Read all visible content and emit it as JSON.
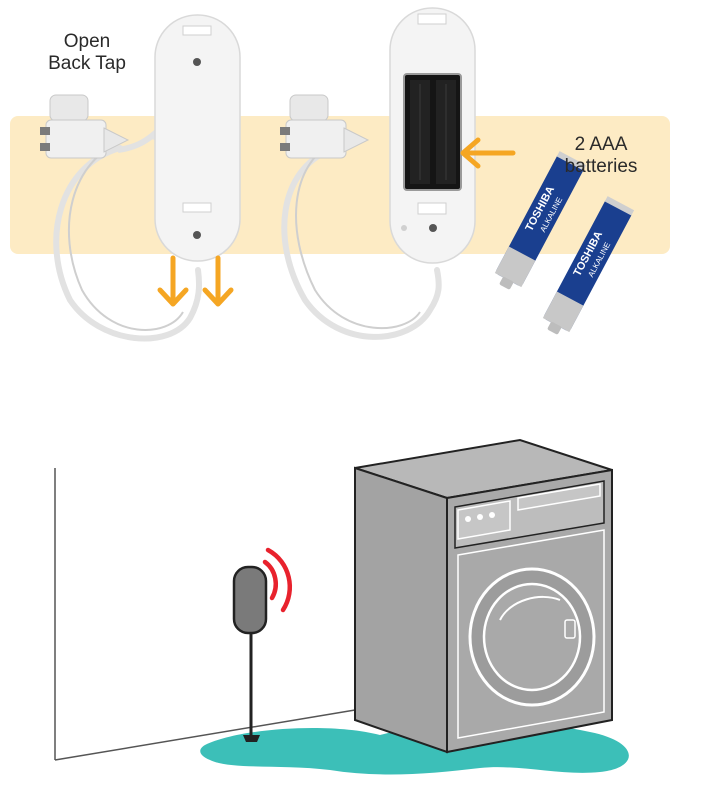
{
  "labels": {
    "open_line1": "Open",
    "open_line2": "Back Tap",
    "batteries_line1": "2 AAA",
    "batteries_line2": "batteries"
  },
  "battery_text": {
    "brand": "TOSHIBA",
    "type": "ALKALINE"
  },
  "colors": {
    "highlight_band": "#fdebc4",
    "arrow": "#f5a623",
    "device_body": "#f4f4f4",
    "water": "#3cbfb8",
    "washer": "#a3a3a3",
    "signal": "#e8222d",
    "battery_blue": "#1a3f8f"
  },
  "icons": {
    "device_open": "water-sensor-icon",
    "device_batteries": "water-sensor-open-icon",
    "batteries": "aaa-battery-icon",
    "washer": "washing-machine-icon",
    "signal": "wireless-signal-icon"
  }
}
